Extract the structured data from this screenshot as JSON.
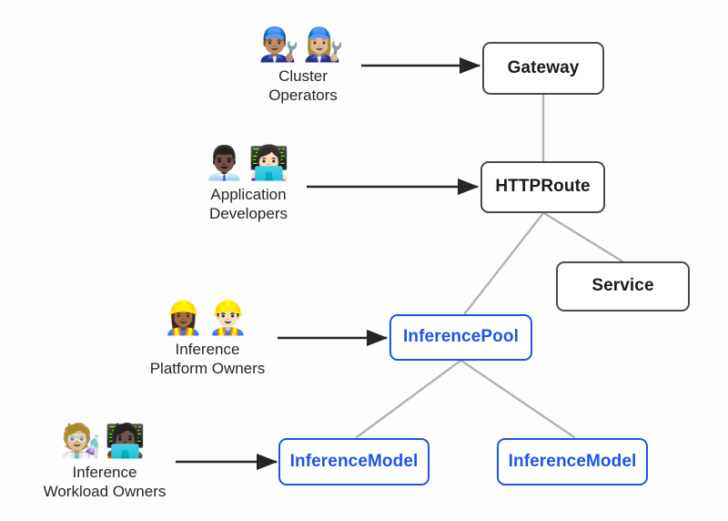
{
  "diagram": {
    "title": "Gateway API Inference Extension resource model and personas",
    "background_color": "#fdfdfd",
    "core_node_color": "#4a4a4a",
    "extension_node_color": "#1a56e8",
    "edge_color": "#b3b3b3",
    "arrow_color": "#262626"
  },
  "nodes": [
    {
      "id": "gateway",
      "label": "Gateway",
      "kind": "core"
    },
    {
      "id": "httproute",
      "label": "HTTPRoute",
      "kind": "core"
    },
    {
      "id": "service",
      "label": "Service",
      "kind": "core"
    },
    {
      "id": "inferencepool",
      "label": "InferencePool",
      "kind": "extension"
    },
    {
      "id": "inferencemodel1",
      "label": "InferenceModel",
      "kind": "extension"
    },
    {
      "id": "inferencemodel2",
      "label": "InferenceModel",
      "kind": "extension"
    }
  ],
  "personas": [
    {
      "id": "cluster-operators",
      "label": "Cluster\nOperators",
      "emojis": "👨🏽‍🔧👩🏼‍🔧",
      "emoji_names": [
        "man-mechanic-icon",
        "woman-mechanic-icon"
      ],
      "targets": "gateway"
    },
    {
      "id": "application-developers",
      "label": "Application\nDevelopers",
      "emojis": "👨🏿‍💼👩🏻‍💻",
      "emoji_names": [
        "man-office-worker-icon",
        "woman-technologist-icon"
      ],
      "targets": "httproute"
    },
    {
      "id": "inference-platform-owners",
      "label": "Inference\nPlatform Owners",
      "emojis": "👷🏾‍♀️👷🏻‍♂️",
      "emoji_names": [
        "woman-construction-worker-icon",
        "man-construction-worker-icon"
      ],
      "targets": "inferencepool"
    },
    {
      "id": "inference-workload-owners",
      "label": "Inference\nWorkload Owners",
      "emojis": "🧑🏼‍🔬🧑🏿‍💻",
      "emoji_names": [
        "scientist-icon",
        "technologist-icon"
      ],
      "targets": "inferencemodel1"
    }
  ],
  "edges": [
    {
      "from": "gateway",
      "to": "httproute",
      "style": "plain"
    },
    {
      "from": "httproute",
      "to": "inferencepool",
      "style": "plain"
    },
    {
      "from": "httproute",
      "to": "service",
      "style": "plain"
    },
    {
      "from": "inferencepool",
      "to": "inferencemodel1",
      "style": "plain"
    },
    {
      "from": "inferencepool",
      "to": "inferencemodel2",
      "style": "plain"
    }
  ],
  "arrows": [
    {
      "from": "cluster-operators",
      "to": "gateway"
    },
    {
      "from": "application-developers",
      "to": "httproute"
    },
    {
      "from": "inference-platform-owners",
      "to": "inferencepool"
    },
    {
      "from": "inference-workload-owners",
      "to": "inferencemodel1"
    }
  ]
}
